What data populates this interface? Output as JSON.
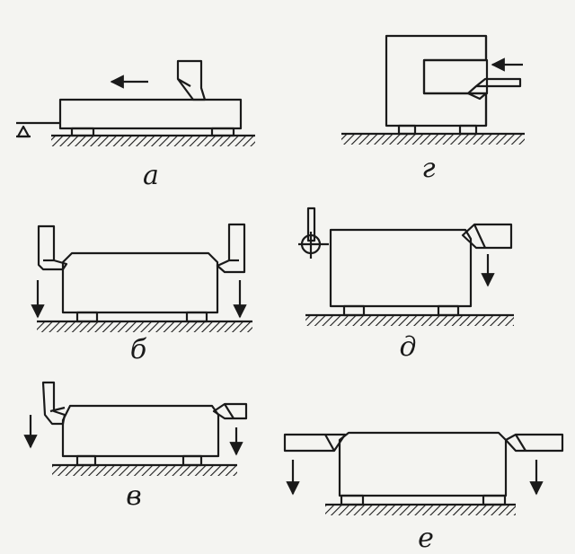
{
  "diagram": {
    "panels": [
      {
        "id": "a",
        "label": "а"
      },
      {
        "id": "g",
        "label": "г"
      },
      {
        "id": "b",
        "label": "б"
      },
      {
        "id": "d",
        "label": "д"
      },
      {
        "id": "v",
        "label": "в"
      },
      {
        "id": "e",
        "label": "е"
      }
    ],
    "colors": {
      "ink": "#1a1a1a",
      "paper": "#f4f4f1"
    }
  }
}
